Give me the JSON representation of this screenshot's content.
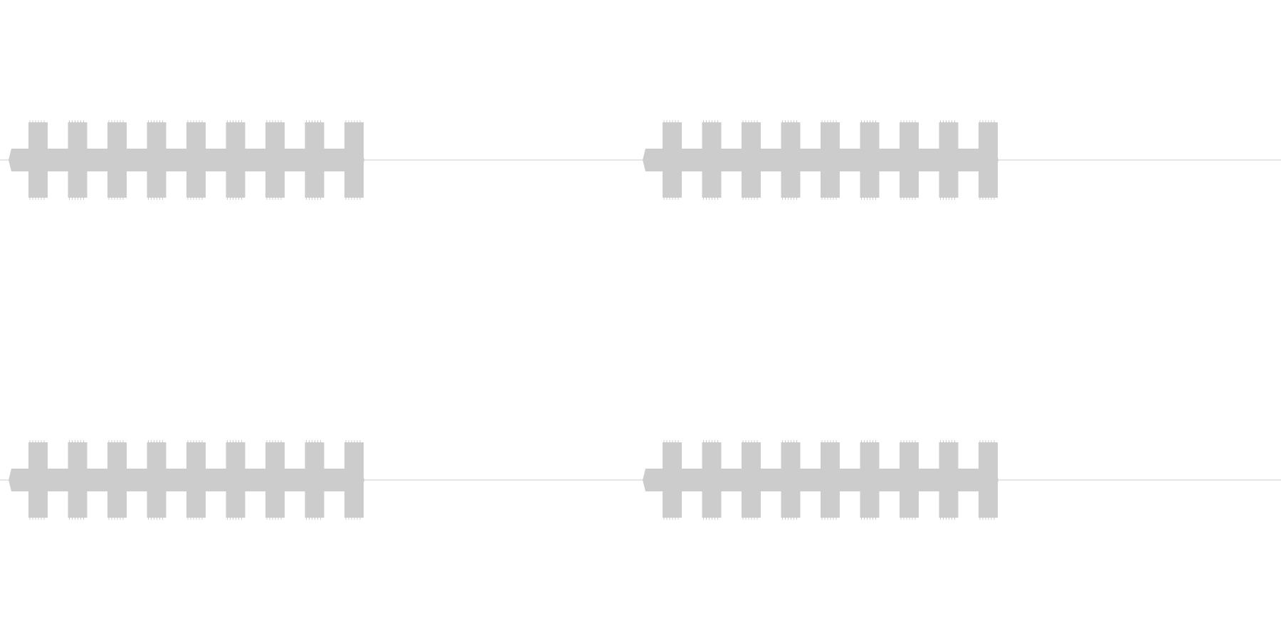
{
  "waveform": {
    "wave_color": "#cccccc",
    "baseline_color": "#cccccc",
    "background_color": "#ffffff",
    "channels": [
      {
        "segments": [
          {
            "bursts": 9
          },
          {
            "bursts": 9
          }
        ]
      },
      {
        "segments": [
          {
            "bursts": 9
          },
          {
            "bursts": 9
          }
        ]
      }
    ]
  }
}
